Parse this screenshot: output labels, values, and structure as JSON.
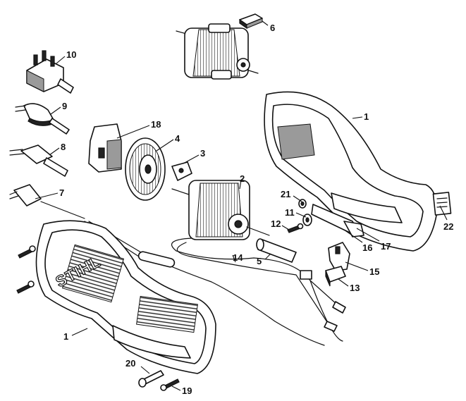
{
  "brand": {
    "logo_text": "STIHL"
  },
  "callouts": [
    {
      "id": "c1a",
      "label": "1"
    },
    {
      "id": "c1b",
      "label": "1"
    },
    {
      "id": "c2",
      "label": "2"
    },
    {
      "id": "c3",
      "label": "3"
    },
    {
      "id": "c4",
      "label": "4"
    },
    {
      "id": "c5",
      "label": "5"
    },
    {
      "id": "c6",
      "label": "6"
    },
    {
      "id": "c7",
      "label": "7"
    },
    {
      "id": "c8",
      "label": "8"
    },
    {
      "id": "c9",
      "label": "9"
    },
    {
      "id": "c10",
      "label": "10"
    },
    {
      "id": "c11",
      "label": "11"
    },
    {
      "id": "c12",
      "label": "12"
    },
    {
      "id": "c13",
      "label": "13"
    },
    {
      "id": "c14",
      "label": "14"
    },
    {
      "id": "c15",
      "label": "15"
    },
    {
      "id": "c16",
      "label": "16"
    },
    {
      "id": "c17",
      "label": "17"
    },
    {
      "id": "c18",
      "label": "18"
    },
    {
      "id": "c19",
      "label": "19"
    },
    {
      "id": "c20",
      "label": "20"
    },
    {
      "id": "c21",
      "label": "21"
    },
    {
      "id": "c22",
      "label": "22"
    }
  ]
}
